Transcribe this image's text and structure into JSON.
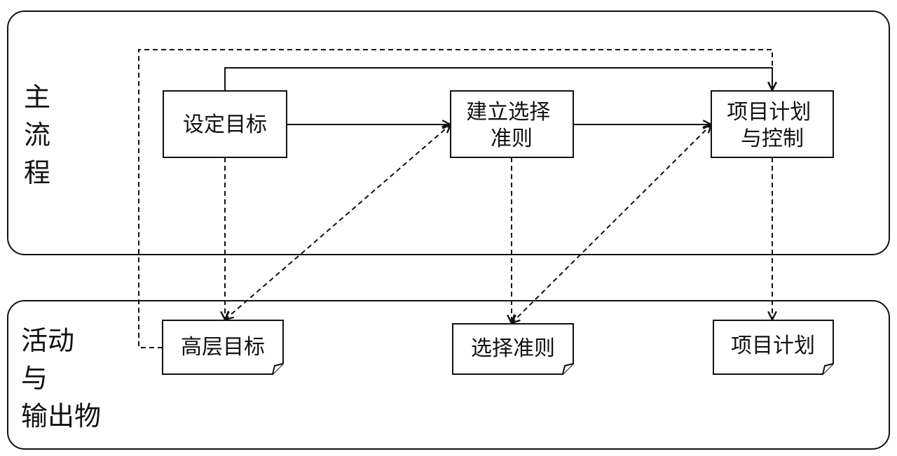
{
  "lanes": {
    "main": {
      "label_lines": [
        "主",
        "流",
        "程"
      ]
    },
    "outputs": {
      "label_lines": [
        "活动",
        "与",
        "输出物"
      ]
    }
  },
  "process": {
    "set_goal": {
      "lines": [
        "设定目标"
      ]
    },
    "criteria": {
      "lines": [
        "建立选择",
        "准则"
      ]
    },
    "plan_control": {
      "lines": [
        "项目计划",
        "与控制"
      ]
    }
  },
  "documents": {
    "high_goal": {
      "lines": [
        "高层目标"
      ]
    },
    "criteria_doc": {
      "lines": [
        "选择准则"
      ]
    },
    "plan_doc": {
      "lines": [
        "项目计划"
      ]
    }
  },
  "colors": {
    "stroke": "#111111",
    "background": "#ffffff"
  }
}
